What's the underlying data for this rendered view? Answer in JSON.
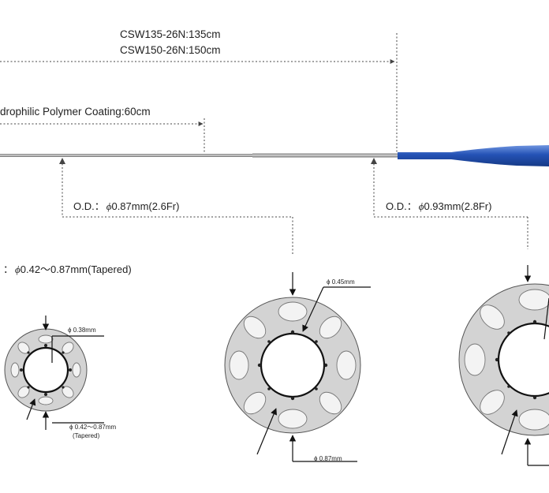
{
  "length_labels": {
    "model_a": "CSW135-26N:135cm",
    "model_b": "CSW150-26N:150cm"
  },
  "coating_label": "drophilic Polymer Coating:60cm",
  "od_left": {
    "prefix": "O.D.：",
    "phi": "ϕ",
    "value": "0.87mm(2.6Fr)"
  },
  "od_right": {
    "prefix": "O.D.：",
    "phi": "ϕ",
    "value": "0.93mm(2.8Fr)"
  },
  "tip_label": {
    "prefix": "：",
    "phi": "ϕ",
    "value": "0.42〜0.87mm(Tapered)"
  },
  "cross_sections": {
    "small": {
      "inner_dim": "ϕ 0.38mm",
      "outer_dim_line1": "ϕ 0.42〜0.87mm",
      "outer_dim_line2": "(Tapered)"
    },
    "middle": {
      "inner_dim": "ϕ 0.45mm",
      "outer_dim": "ϕ 0.87mm"
    }
  },
  "colors": {
    "shaft_blue": "#1f4fb0",
    "shaft_gray": "#9a9a9a",
    "coil_gray": "#d3d3d3"
  }
}
